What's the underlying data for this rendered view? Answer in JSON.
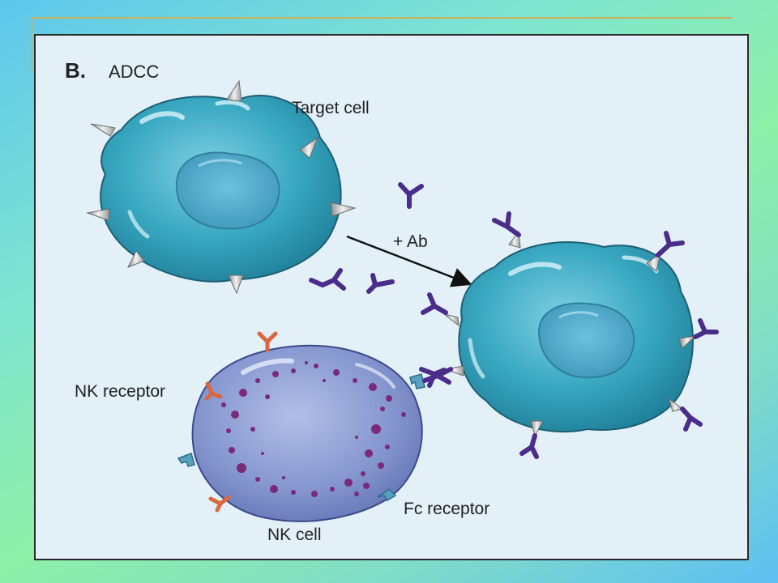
{
  "figure": {
    "panel_letter": "B.",
    "panel_title": "ADCC",
    "labels": {
      "target_cell": "Target cell",
      "antibody_step": "+ Ab",
      "nk_receptor": "NK receptor",
      "fc_receptor": "Fc receptor",
      "nk_cell": "NK cell"
    }
  },
  "colors": {
    "target_cell_fill": "#2f9fb8",
    "target_nucleus": "#58b3cf",
    "nk_cell_fill": "#7d8fc9",
    "granule": "#7a2a7a",
    "antibody": "#4a2c8a",
    "nk_receptor": "#d9673f",
    "fc_receptor": "#5aa0c0",
    "antigen_spike": "#d4d4d4"
  }
}
